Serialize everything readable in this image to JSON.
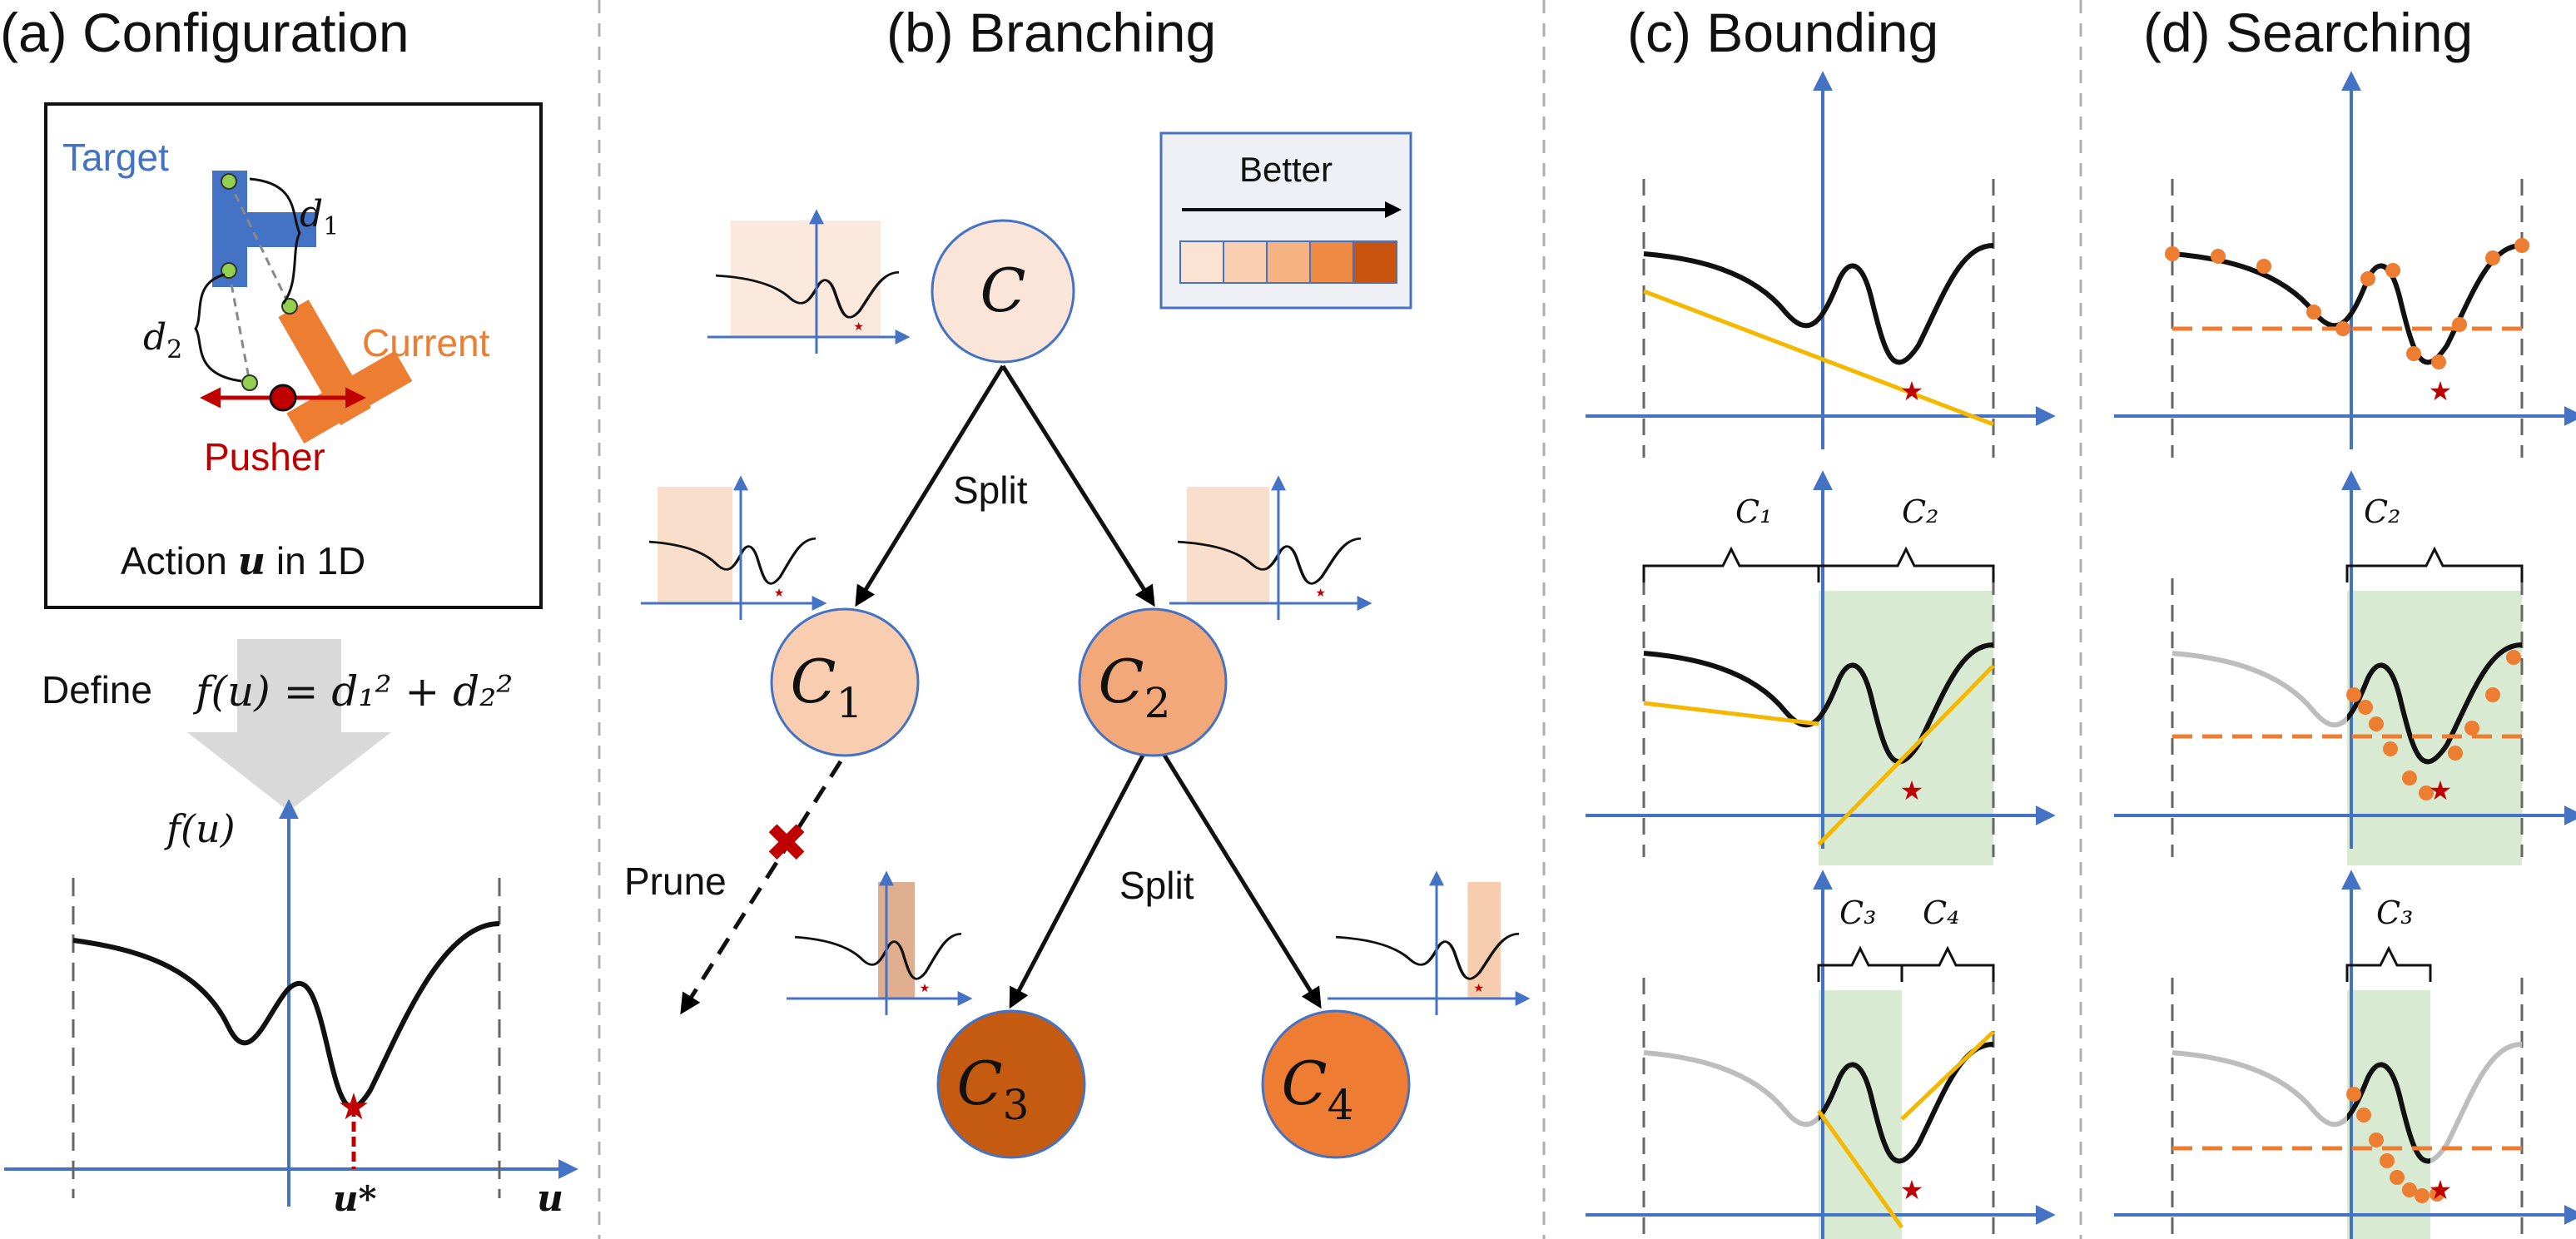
{
  "panels": {
    "a_title": "(a) Configuration",
    "b_title": "(b) Branching",
    "c_title": "(c) Bounding",
    "d_title": "(d) Searching"
  },
  "configuration": {
    "target_label": "Target",
    "current_label": "Current",
    "pusher_label": "Pusher",
    "d1": "d",
    "d1_sub": "1",
    "d2": "d",
    "d2_sub": "2",
    "action_prefix": "Action ",
    "action_var": "u",
    "action_suffix": " in 1D",
    "define_label": "Define",
    "f_def": "f(u) = d₁² + d₂²",
    "f_axis_label": "f(u)",
    "u_star": "u*",
    "u_axis": "u"
  },
  "branching": {
    "legend_label": "Better",
    "legend_colors": [
      "#fbe3d4",
      "#f8cdb0",
      "#f5b283",
      "#ef8a45",
      "#c8540f"
    ],
    "split_label_1": "Split",
    "split_label_2": "Split",
    "prune_label": "Prune",
    "nodes": [
      {
        "symbol": "C",
        "sub": "",
        "color": "#fbe5d8"
      },
      {
        "symbol": "C",
        "sub": "1",
        "color": "#f8cdb0"
      },
      {
        "symbol": "C",
        "sub": "2",
        "color": "#f2a878"
      },
      {
        "symbol": "C",
        "sub": "3",
        "color": "#c55a11"
      },
      {
        "symbol": "C",
        "sub": "4",
        "color": "#ee7d33"
      }
    ]
  },
  "bounding": {
    "row2_left": "C₁",
    "row2_right": "C₂",
    "row3_left": "C₃",
    "row3_right": "C₄"
  },
  "searching": {
    "row2_label": "C₂",
    "row3_label": "C₃"
  },
  "colors": {
    "axis_blue": "#4472c4",
    "bound_yellow": "#f5b800",
    "dash_orange": "#ed7d31",
    "star_red": "#c00000",
    "region_green": "#d9ead3",
    "target_blue": "#4472c4",
    "current_orange": "#ed7d31"
  }
}
